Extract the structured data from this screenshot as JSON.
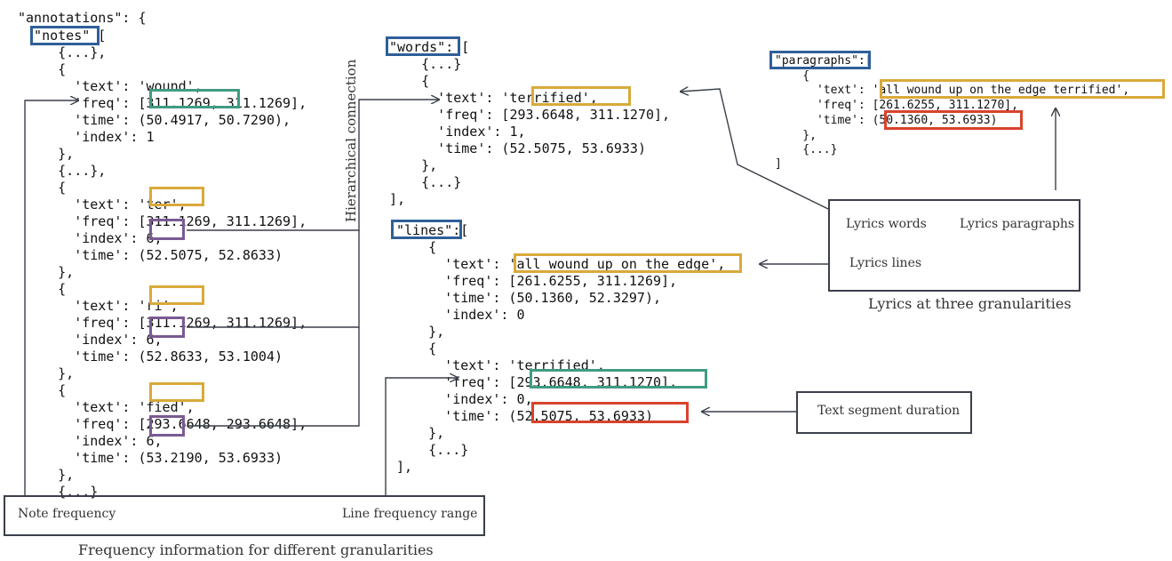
{
  "notes_block": {
    "lines": [
      "\"annotations\": {",
      "  \"notes\" [",
      "     {...},",
      "     {",
      "       'text': 'wound',",
      "       'freq': [311.1269, 311.1269],",
      "       'time': (50.4917, 50.7290),",
      "       'index': 1",
      "     },",
      "     {...},",
      "     {",
      "       'text': 'ter',",
      "       'freq': [311.1269, 311.1269],",
      "       'index': 6,",
      "       'time': (52.5075, 52.8633)",
      "     },",
      "     {",
      "       'text': 'ri',",
      "       'freq': [311.1269, 311.1269],",
      "       'index': 6,",
      "       'time': (52.8633, 53.1004)",
      "     },",
      "     {",
      "       'text': 'fied',",
      "       'freq': [293.6648, 293.6648],",
      "       'index': 6,",
      "       'time': (53.2190, 53.6933)",
      "     },",
      "     {...}",
      "  ],"
    ]
  },
  "words_block": {
    "lines": [
      "\"words\": [",
      "    {...}",
      "    {",
      "      'text': 'terrified',",
      "      'freq': [293.6648, 311.1270],",
      "      'index': 1,",
      "      'time': (52.5075, 53.6933)",
      "    },",
      "    {...}",
      "],"
    ]
  },
  "lines_block": {
    "lines": [
      "\"lines\":[",
      "    {",
      "      'text': 'all wound up on the edge',",
      "      'freq': [261.6255, 311.1269],",
      "      'time': (50.1360, 52.3297),",
      "      'index': 0",
      "    },",
      "    {",
      "      'text': 'terrified',",
      "      'freq': [293.6648, 311.1270],",
      "      'index': 0,",
      "      'time': (52.5075, 53.6933)",
      "    },",
      "    {...}",
      "],"
    ]
  },
  "paragraphs_block": {
    "lines": [
      "\"paragraphs\":[",
      "    {",
      "      'text': 'all wound up on the edge terrified',",
      "      'freq': [261.6255, 311.1270],",
      "      'time': (50.1360, 53.6933)",
      "    },",
      "    {...}",
      "]"
    ]
  },
  "labels": {
    "hierarchical_connection": "Hierarchical connection",
    "lyrics_words": "Lyrics words",
    "lyrics_paragraphs": "Lyrics paragraphs",
    "lyrics_lines": "Lyrics lines",
    "lyrics_caption": "Lyrics at three granularities",
    "text_segment_duration": "Text segment duration",
    "note_frequency": "Note frequency",
    "line_frequency_range": "Line frequency range",
    "frequency_caption": "Frequency information for different granularities"
  },
  "colors": {
    "key_highlight": "#2f5f98",
    "text_highlight": "#d9a93a",
    "freq_highlight": "#3f9c83",
    "index_highlight": "#7a5a92",
    "time_highlight": "#d8432c",
    "arrow": "#3a3f4a"
  }
}
